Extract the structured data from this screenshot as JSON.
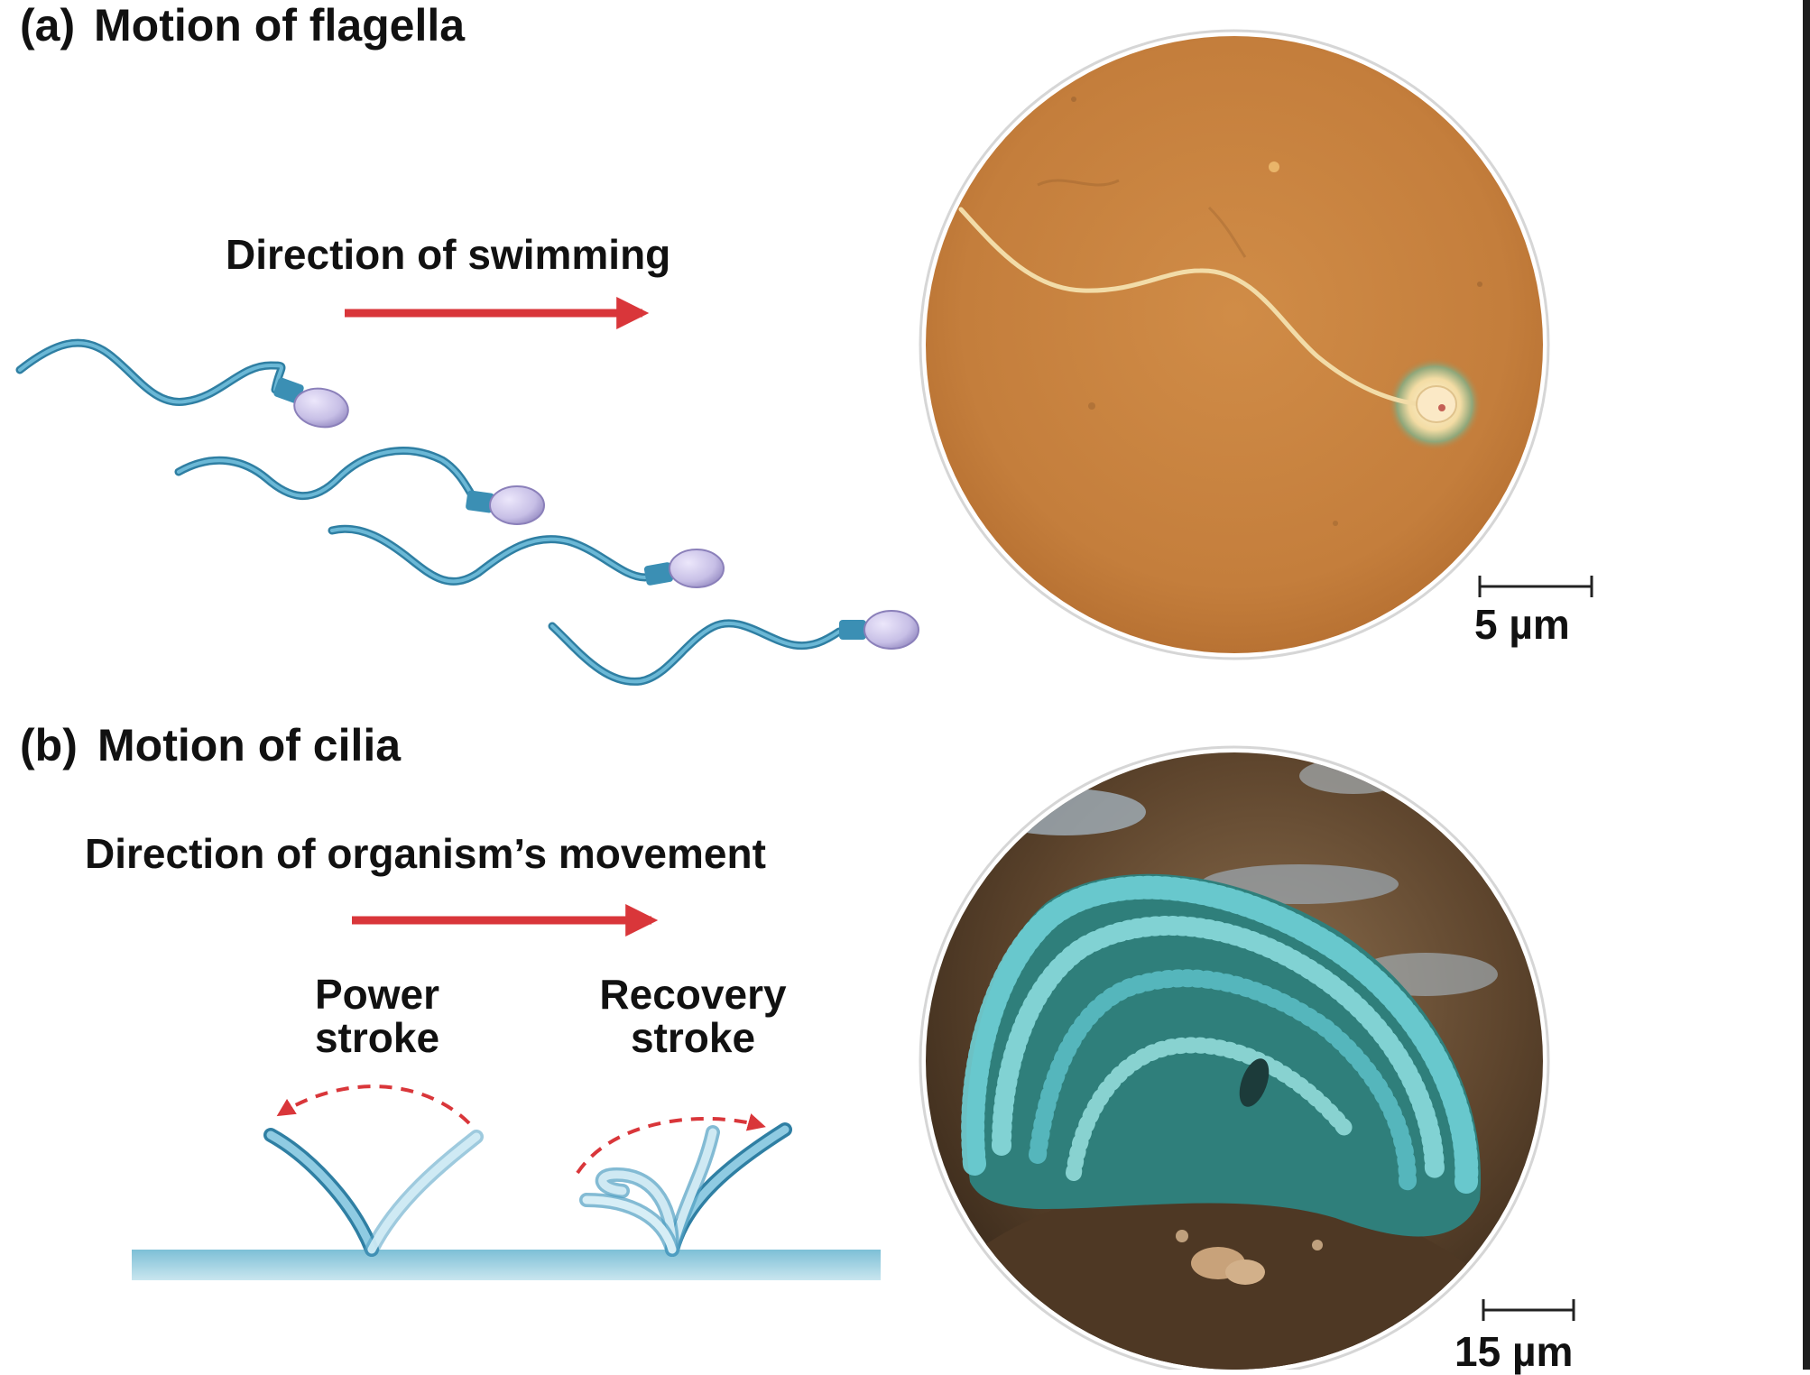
{
  "panel_a": {
    "letter": "(a)",
    "title": "Motion of flagella",
    "direction_label": "Direction of swimming",
    "scale_label": "5 µm"
  },
  "panel_b": {
    "letter": "(b)",
    "title": "Motion of cilia",
    "direction_label": "Direction of organism’s movement",
    "power_line1": "Power",
    "power_line2": "stroke",
    "recovery_line1": "Recovery",
    "recovery_line2": "stroke",
    "scale_label": "15 µm"
  },
  "colors": {
    "arrow_red": "#d9363a",
    "flagellum_blue": "#4b9ec0",
    "head_lavender": "#c7bfe6",
    "micrograph_sperm_bg": "#c9813e",
    "cilia_cyan": "#6fd0d6",
    "sem_brown": "#6b4f33"
  }
}
